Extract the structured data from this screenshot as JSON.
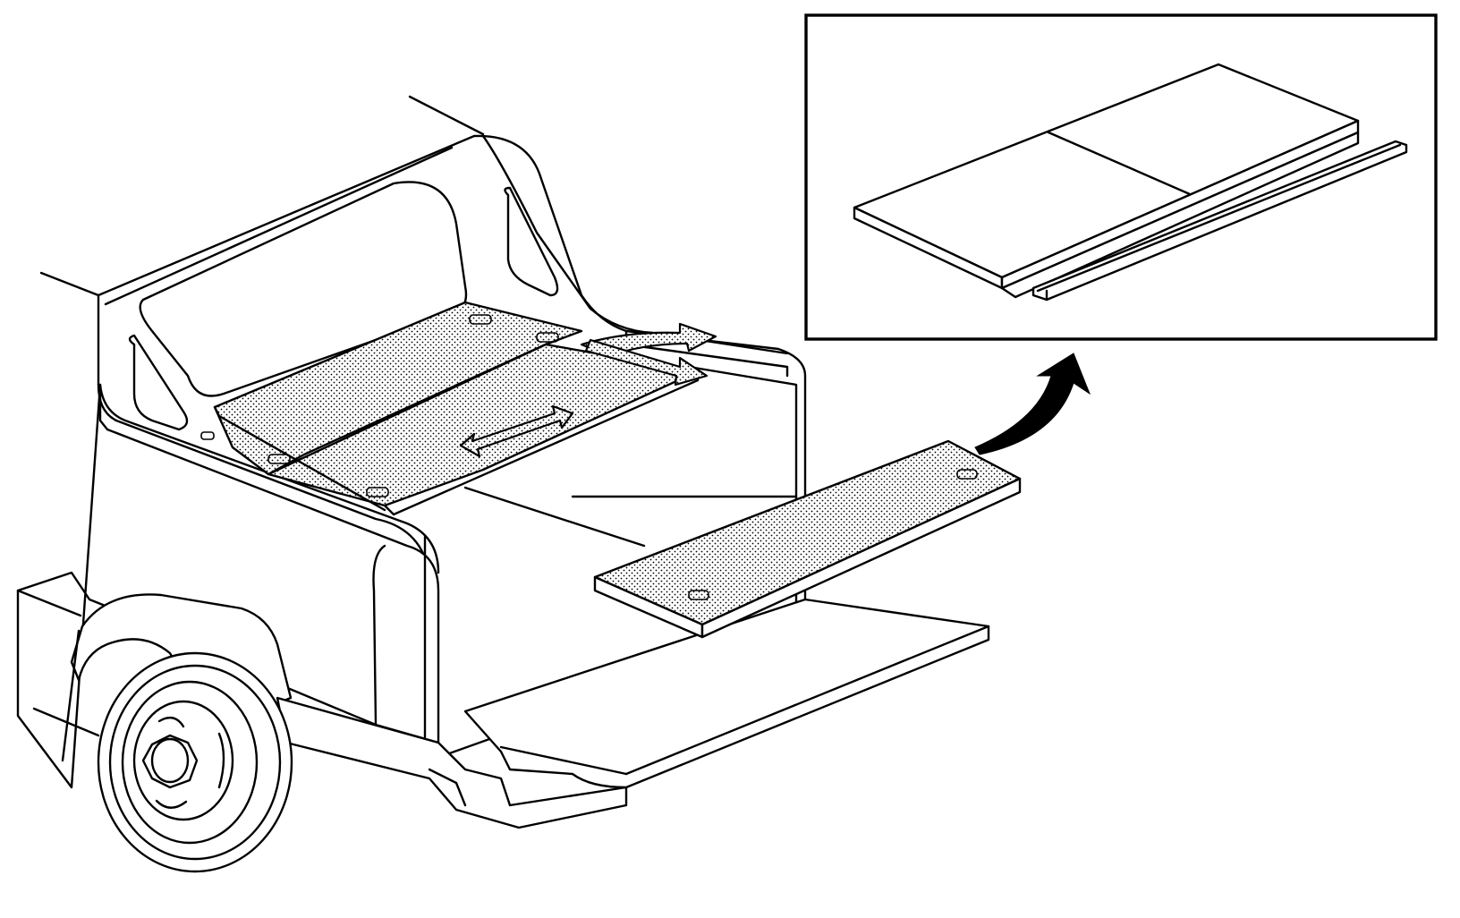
{
  "figure": {
    "colors": {
      "line": "#000000",
      "background": "#ffffff",
      "stipple": "#000000",
      "curved_arrow": "#000000"
    },
    "icons": {
      "move_arrow": "double-headed-arrow-icon",
      "lift_arrow": "curved-arrow-icon",
      "callout_arrow": "curved-callout-arrow-icon"
    },
    "inset_count": 1,
    "floor_panels_installed": 3,
    "floor_panels_removed": 1
  }
}
